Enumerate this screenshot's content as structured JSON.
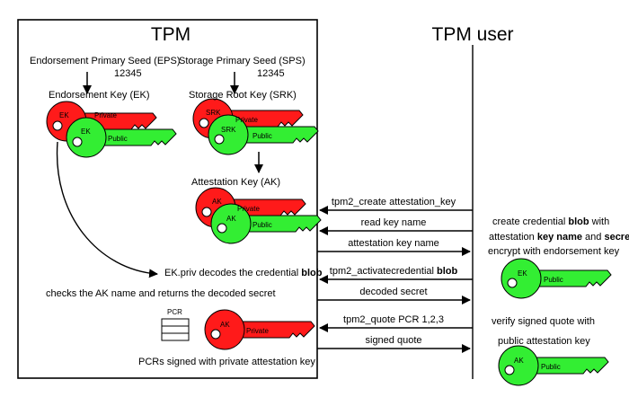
{
  "tpm": {
    "title": "TPM",
    "eps_label": "Endorsement Primary Seed (EPS)",
    "eps_value": "12345",
    "sps_label": "Storage Primary Seed (SPS)",
    "sps_value": "12345",
    "ek_label": "Endorsement Key (EK)",
    "srk_label": "Storage Root Key (SRK)",
    "ak_label": "Attestation Key (AK)",
    "decode_text_pre": "EK.priv decodes the credential ",
    "decode_text_bold": "blob",
    "check_text": "checks the AK name and returns the decoded secret",
    "pcr_label": "PCR",
    "pcr_signed_text": "PCRs signed with private attestation key"
  },
  "user": {
    "title": "TPM user",
    "create_line1_pre": "create credential ",
    "create_line1_bold": "blob",
    "create_line1_post": " with",
    "create_line2_pre": "attestation ",
    "create_line2_bold1": "key name",
    "create_line2_mid": " and ",
    "create_line2_bold2": "secret",
    "encrypt_text": "encrypt with endorsement key",
    "verify_line1": "verify signed quote with",
    "verify_line2": "public attestation key"
  },
  "messages": {
    "m1": "tpm2_create attestation_key",
    "m2": "read key name",
    "m3": "attestation key name",
    "m4_pre": "tpm2_activatecredential ",
    "m4_bold": "blob",
    "m5": "decoded secret",
    "m6": "tpm2_quote PCR 1,2,3",
    "m7": "signed quote"
  },
  "keys": {
    "private_label": "Private",
    "public_label": "Public",
    "ek_tag": "EK",
    "srk_tag": "SRK",
    "ak_tag": "AK"
  },
  "colors": {
    "private_red": "#ff0000",
    "public_green": "#33ee33"
  }
}
